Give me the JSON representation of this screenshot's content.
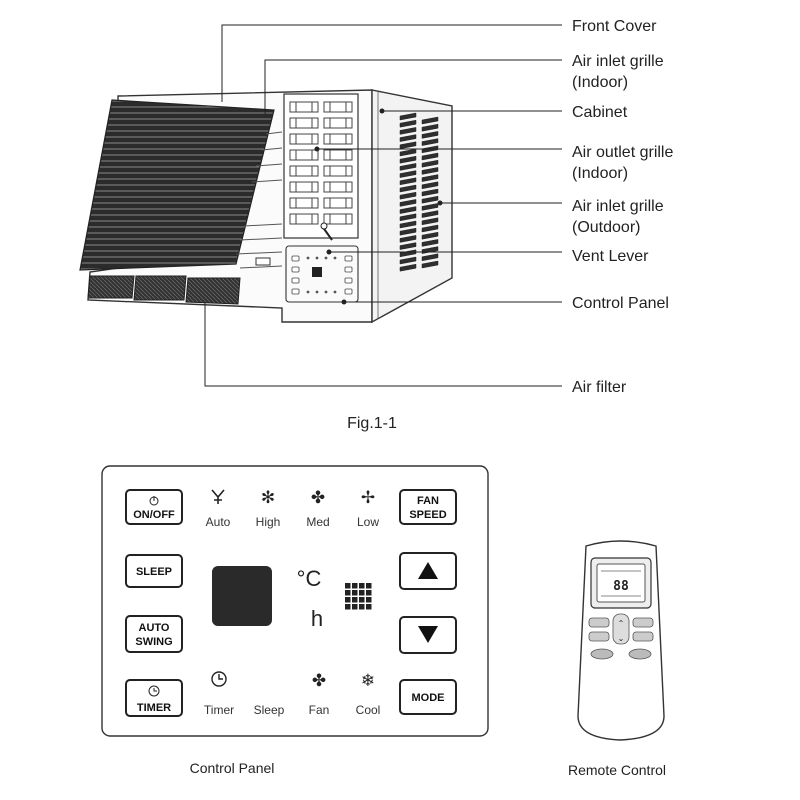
{
  "callouts": [
    {
      "id": "front-cover",
      "lines": [
        "Front Cover"
      ]
    },
    {
      "id": "air-inlet-grille-indoor",
      "lines": [
        "Air inlet grille",
        "(Indoor)"
      ]
    },
    {
      "id": "cabinet",
      "lines": [
        "Cabinet"
      ]
    },
    {
      "id": "air-outlet-grille-indoor",
      "lines": [
        "Air outlet grille",
        "(Indoor)"
      ]
    },
    {
      "id": "air-inlet-grille-outdoor",
      "lines": [
        "Air inlet grille",
        "(Outdoor)"
      ]
    },
    {
      "id": "vent-lever",
      "lines": [
        "Vent Lever"
      ]
    },
    {
      "id": "control-panel",
      "lines": [
        "Control Panel"
      ]
    },
    {
      "id": "air-filter",
      "lines": [
        "Air filter"
      ]
    }
  ],
  "figure_caption": "Fig.1-1",
  "control_panel": {
    "caption": "Control Panel",
    "buttons": {
      "on_off": {
        "icon": "power-icon",
        "label": "ON/OFF"
      },
      "fan_speed": {
        "lines": [
          "FAN",
          "SPEED"
        ]
      },
      "sleep": {
        "label": "SLEEP"
      },
      "auto_swing": {
        "lines": [
          "AUTO",
          "SWING"
        ]
      },
      "timer": {
        "icon": "clock-icon",
        "label": "TIMER"
      },
      "mode": {
        "label": "MODE"
      },
      "up": {
        "icon": "up-arrow-icon"
      },
      "down": {
        "icon": "down-arrow-icon"
      }
    },
    "fan_indicators": [
      {
        "label": "Auto",
        "icon": "fan-auto-icon"
      },
      {
        "label": "High",
        "icon": "fan-high-icon"
      },
      {
        "label": "Med",
        "icon": "fan-med-icon"
      },
      {
        "label": "Low",
        "icon": "fan-low-icon"
      }
    ],
    "mode_indicators": [
      {
        "label": "Timer",
        "icon": "clock-icon"
      },
      {
        "label": "Sleep",
        "icon": "moon-icon"
      },
      {
        "label": "Fan",
        "icon": "fan-icon"
      },
      {
        "label": "Cool",
        "icon": "snowflake-icon"
      }
    ],
    "units": {
      "celsius": "°C",
      "hours": "h"
    }
  },
  "remote": {
    "caption": "Remote Control",
    "display_text": "88"
  }
}
